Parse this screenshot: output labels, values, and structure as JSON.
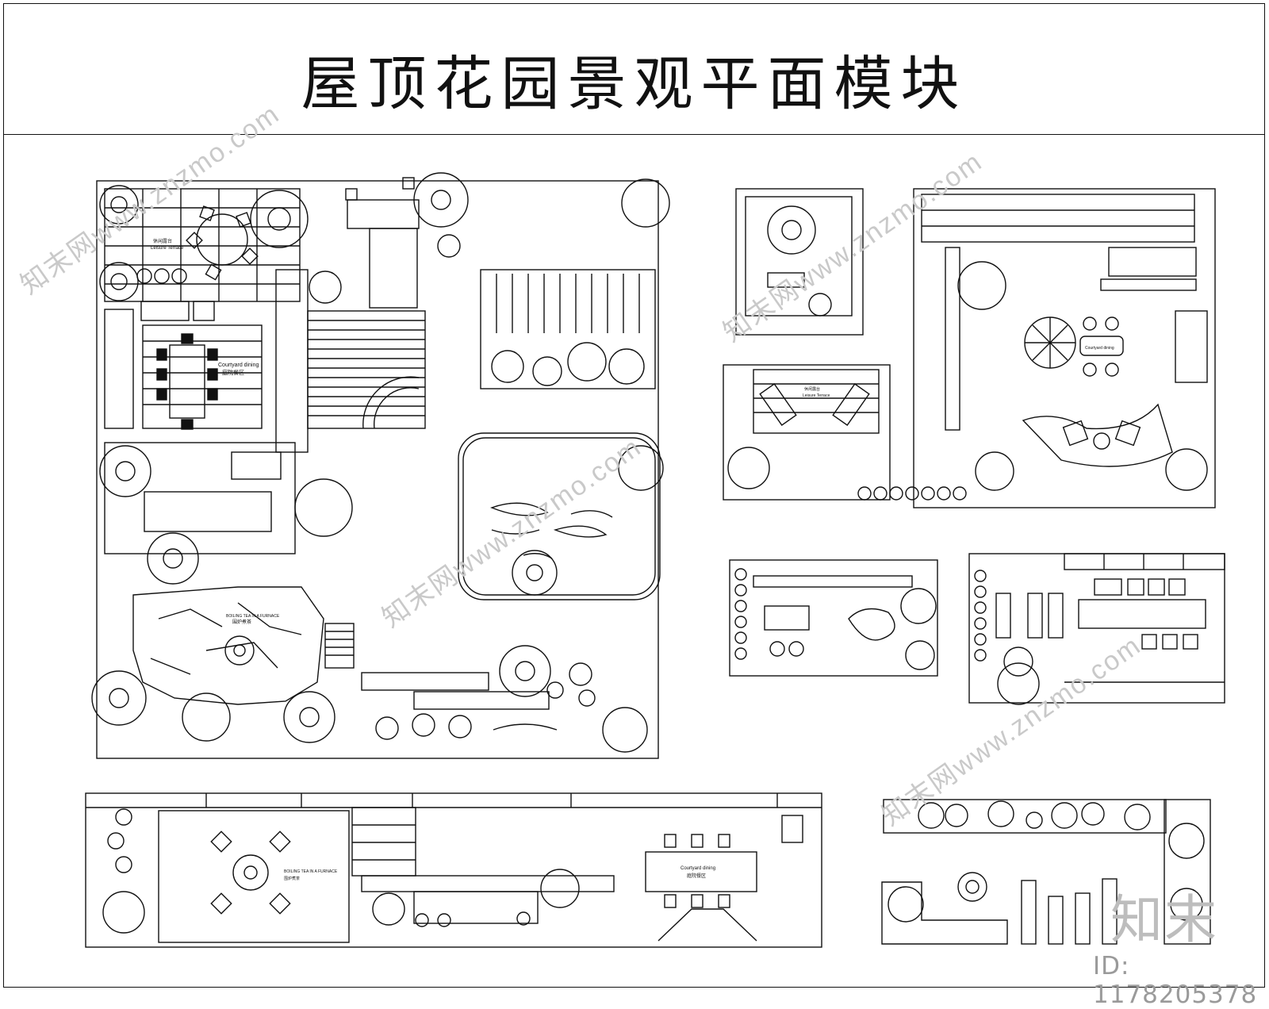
{
  "title": "屋顶花园景观平面模块",
  "labels": {
    "courtyard_dining_en": "Courtyard dining",
    "courtyard_dining_cn": "庭院餐区",
    "leisure_terrace_en": "Leisure Terrace",
    "leisure_terrace_cn": "休闲露台",
    "boiling_tea_en": "BOILING TEA IN A FURNACE",
    "boiling_tea_cn": "围炉煮茶"
  },
  "watermark": {
    "text": "知末网www.znzmo.com",
    "logo": "知末",
    "id": "ID: 1178205378"
  },
  "colors": {
    "line": "#111111",
    "watermark": "#c9c9c9"
  }
}
